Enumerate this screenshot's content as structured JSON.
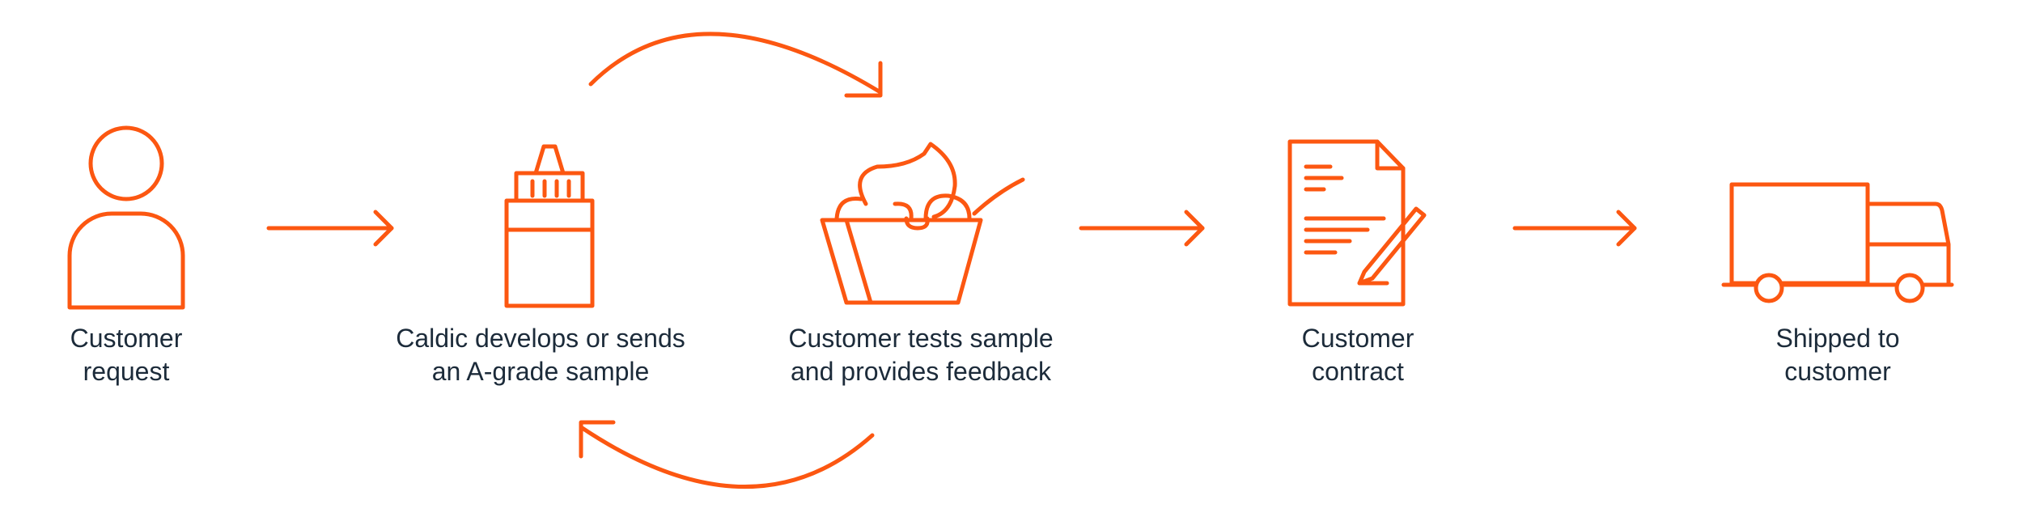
{
  "colors": {
    "accent": "#fc5711",
    "text": "#1c2b3a",
    "background": "#ffffff"
  },
  "steps": [
    {
      "icon": "person-icon",
      "line1": "Customer",
      "line2": "request"
    },
    {
      "icon": "sample-bottle-icon",
      "line1": "Caldic develops or sends",
      "line2": "an A-grade sample"
    },
    {
      "icon": "dessert-bowl-icon",
      "line1": "Customer tests sample",
      "line2": "and provides feedback"
    },
    {
      "icon": "contract-document-icon",
      "line1": "Customer",
      "line2": "contract"
    },
    {
      "icon": "delivery-truck-icon",
      "line1": "Shipped to",
      "line2": "customer"
    }
  ],
  "connectors": [
    {
      "icon": "arrow-right-icon",
      "from": "Customer request",
      "to": "Caldic develops or sends an A-grade sample"
    },
    {
      "icon": "curved-arrow-icon",
      "from": "Caldic develops or sends an A-grade sample",
      "to": "Customer tests sample and provides feedback"
    },
    {
      "icon": "curved-arrow-icon",
      "from": "Customer tests sample and provides feedback",
      "to": "Caldic develops or sends an A-grade sample"
    },
    {
      "icon": "arrow-right-icon",
      "from": "Customer tests sample and provides feedback",
      "to": "Customer contract"
    },
    {
      "icon": "arrow-right-icon",
      "from": "Customer contract",
      "to": "Shipped to customer"
    }
  ]
}
